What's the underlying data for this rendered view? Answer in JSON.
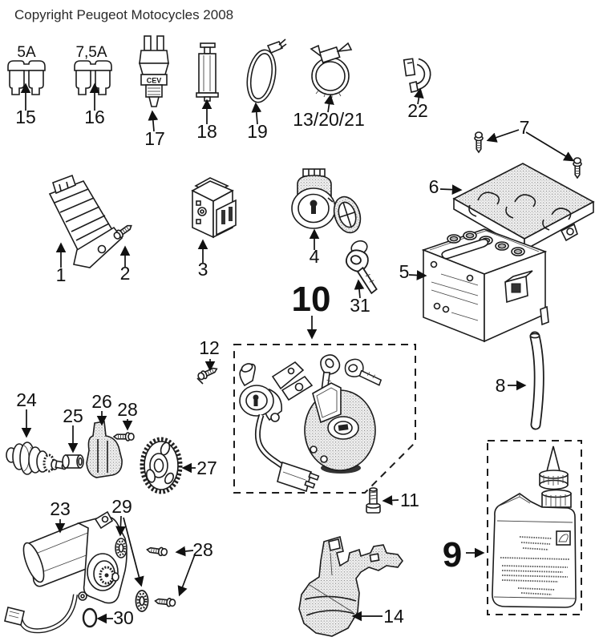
{
  "diagram": {
    "copyright": "Copyright Peugeot Motocycles 2008",
    "callouts": {
      "regulator": "1",
      "regulator_screw": "2",
      "relay": "3",
      "ignition_barrel": "4",
      "battery": "5",
      "battery_cover": "6",
      "battery_cover_screws": "7",
      "battery_breather_tube": "8",
      "oil_bottle": "9",
      "lock_kit": "10",
      "lock_kit_screw": "11",
      "screw_12": "12",
      "hose_clamp": "13/20/21",
      "support_bracket": "14",
      "fuse_5a": "15",
      "fuse_7_5a": "16",
      "stop_switch": "17",
      "grease_syringe": "18",
      "cable_tie": "19",
      "clip": "22",
      "starter_motor": "23",
      "starter_clutch": "24",
      "bushing": "25",
      "starter_support": "26",
      "starter_gear": "27",
      "screw_28": "28",
      "washer_29": "29",
      "o_ring": "30",
      "key": "31"
    },
    "annotations": {
      "fuse_5a_rating": "5A",
      "fuse_7_5a_rating": "7,5A",
      "switch_brand": "CEV"
    }
  }
}
